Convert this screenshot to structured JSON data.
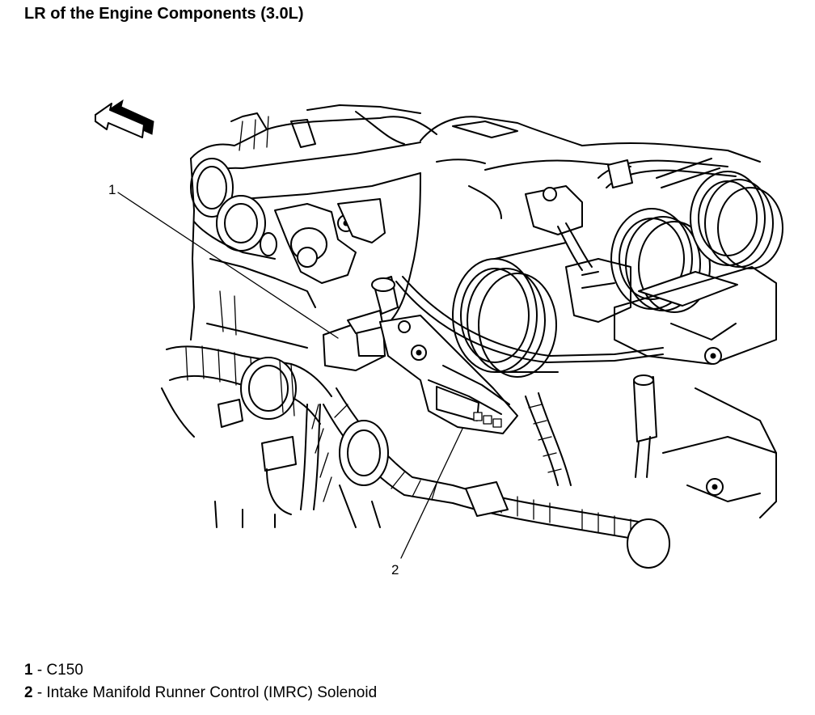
{
  "title": "LR of the Engine Components (3.0L)",
  "callouts": [
    {
      "number": "1",
      "description": "C150"
    },
    {
      "number": "2",
      "description": "Intake Manifold Runner Control (IMRC) Solenoid"
    }
  ],
  "legend_separator": " - ",
  "icons": {
    "direction_arrow": "front-direction-arrow-icon"
  }
}
